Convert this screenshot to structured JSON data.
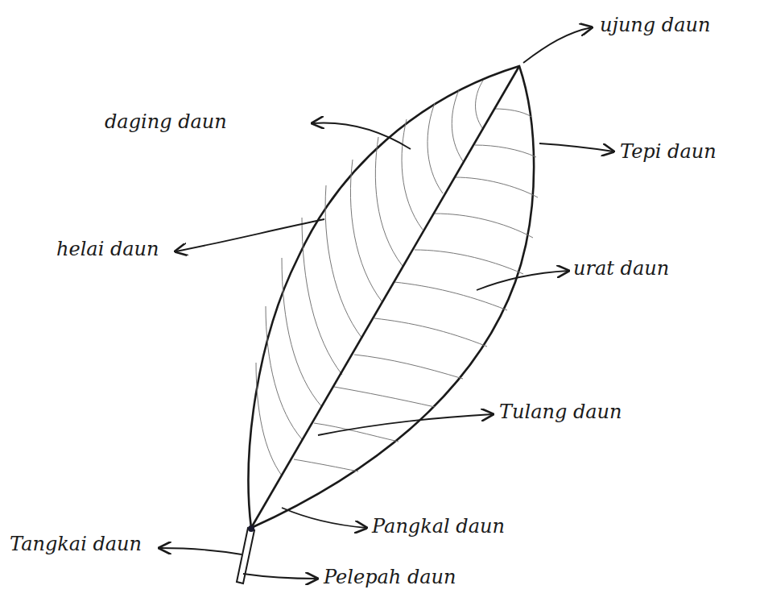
{
  "diagram": {
    "labels": [
      "ujung daun",
      "daging daun",
      "Tepi daun",
      "helai daun",
      "urat daun",
      "Tulang daun",
      "Pangkal daun",
      "Tangkai daun",
      "Pelepah daun"
    ]
  }
}
